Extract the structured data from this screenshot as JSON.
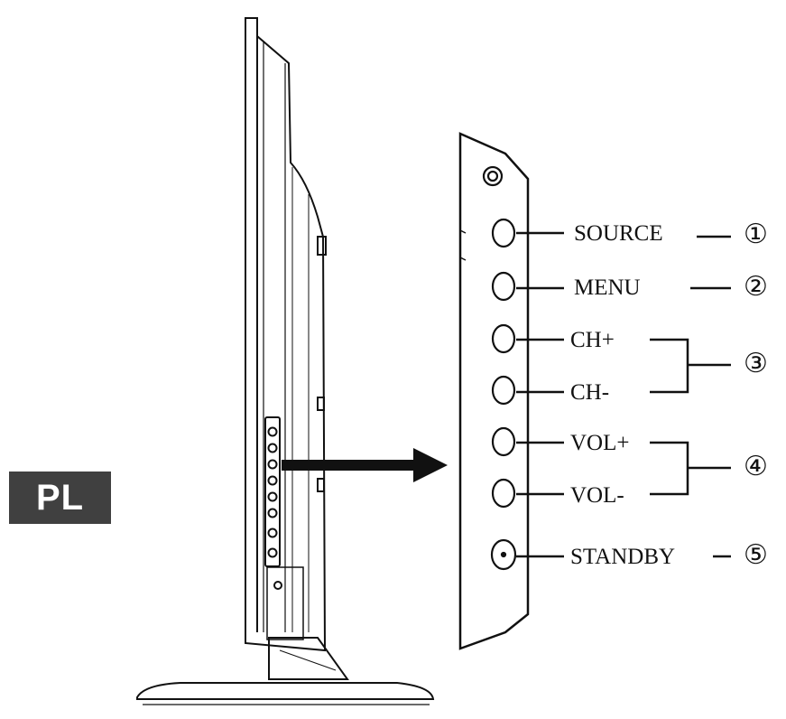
{
  "language_badge": "PL",
  "buttons": {
    "source": "SOURCE",
    "menu": "MENU",
    "ch_plus": "CH+",
    "ch_minus": "CH-",
    "vol_plus": "VOL+",
    "vol_minus": "VOL-",
    "standby": "STANDBY"
  },
  "callouts": [
    "①",
    "②",
    "③",
    "④",
    "⑤"
  ],
  "colors": {
    "line": "#111111",
    "badge_bg": "#404040",
    "badge_text": "#ffffff"
  }
}
